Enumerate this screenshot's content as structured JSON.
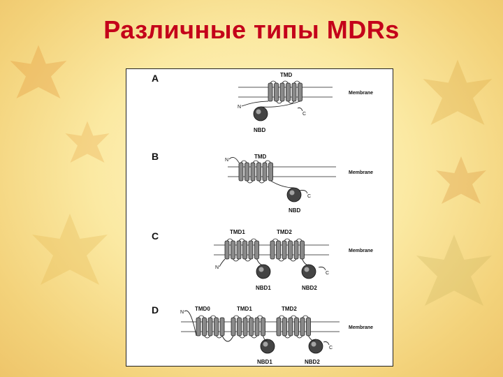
{
  "slide": {
    "title": "Различные типы MDRs"
  },
  "figure": {
    "membrane_label": "Membrane",
    "panels": [
      {
        "letter": "A",
        "domains": [
          {
            "label": "TMD",
            "helices": 6
          }
        ],
        "nbds": [
          "NBD"
        ],
        "n_label": "N",
        "c_label": "C"
      },
      {
        "letter": "B",
        "domains": [
          {
            "label": "TMD",
            "helices": 6
          }
        ],
        "nbds": [
          "NBD"
        ],
        "n_label": "N",
        "c_label": "C"
      },
      {
        "letter": "C",
        "domains": [
          {
            "label": "TMD1",
            "helices": 6
          },
          {
            "label": "TMD2",
            "helices": 6
          }
        ],
        "nbds": [
          "NBD1",
          "NBD2"
        ],
        "n_label": "N",
        "c_label": "C"
      },
      {
        "letter": "D",
        "domains": [
          {
            "label": "TMD0",
            "helices": 5
          },
          {
            "label": "TMD1",
            "helices": 6
          },
          {
            "label": "TMD2",
            "helices": 6
          }
        ],
        "nbds": [
          "NBD1",
          "NBD2"
        ],
        "n_label": "N",
        "c_label": "C"
      }
    ]
  },
  "colors": {
    "title": "#c4001a",
    "helix_fill": "#8a8a8a",
    "nbd_fill": "#444444"
  }
}
